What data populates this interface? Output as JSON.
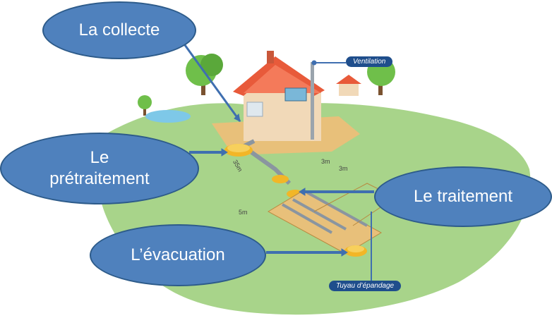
{
  "bubbles": {
    "collecte": "La collecte",
    "pretraitement_line1": "Le",
    "pretraitement_line2": "prétraitement",
    "traitement": "Le traitement",
    "evacuation": "L’évacuation"
  },
  "tags": {
    "ventilation": "Ventilation",
    "tuyau": "Tuyau d’épandage"
  },
  "distances": {
    "d1": "35m",
    "d2": "3m",
    "d3": "3m",
    "d4": "5m"
  },
  "colors": {
    "bubble": "#4f81bd",
    "bubble_border": "#2d5b8a",
    "arrow": "#3f6fb0",
    "grass": "#a8d48a",
    "soil": "#e8c07a",
    "roof": "#e85a3a",
    "wall": "#f1d9b8"
  }
}
